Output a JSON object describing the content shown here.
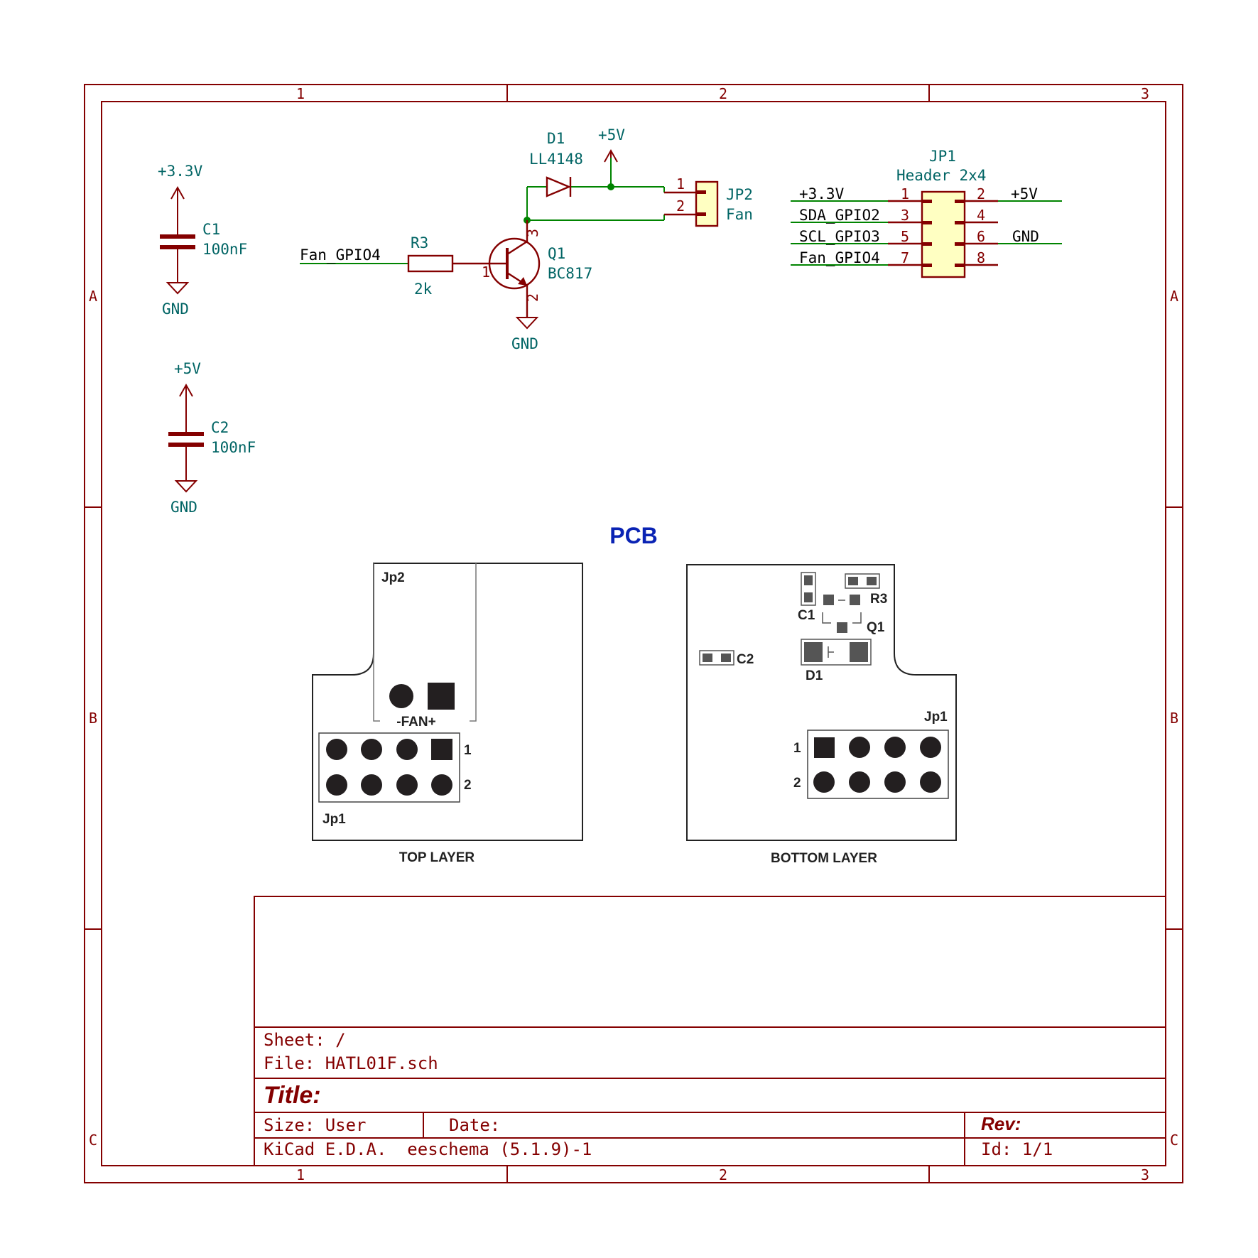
{
  "border": {
    "columns": [
      "1",
      "2",
      "3"
    ],
    "rows": [
      "A",
      "B",
      "C"
    ]
  },
  "schematic": {
    "power": {
      "v33_c1": "+3.3V",
      "gnd_c1": "GND",
      "v5_c2": "+5V",
      "gnd_c2": "GND",
      "v5_d1": "+5V",
      "gnd_q1": "GND"
    },
    "c1": {
      "ref": "C1",
      "value": "100nF"
    },
    "c2": {
      "ref": "C2",
      "value": "100nF"
    },
    "r3": {
      "ref": "R3",
      "value": "2k"
    },
    "d1": {
      "ref": "D1",
      "value": "LL4148"
    },
    "q1": {
      "ref": "Q1",
      "value": "BC817",
      "pin_b": "1",
      "pin_c": "3",
      "pin_e": "2"
    },
    "jp2": {
      "ref": "JP2",
      "value": "Fan",
      "pin1": "1",
      "pin2": "2"
    },
    "jp1": {
      "ref": "JP1",
      "value": "Header 2x4",
      "left_nets": [
        "+3.3V",
        "SDA_GPIO2",
        "SCL_GPIO3",
        "Fan_GPIO4"
      ],
      "left_pins": [
        "1",
        "3",
        "5",
        "7"
      ],
      "right_pins": [
        "2",
        "4",
        "6",
        "8"
      ],
      "right_nets": [
        "+5V",
        "",
        "GND",
        ""
      ]
    },
    "fan_label": "Fan_GPIO4"
  },
  "pcb": {
    "heading": "PCB",
    "top": {
      "caption": "TOP LAYER",
      "jp2": "Jp2",
      "fan": "-FAN+",
      "jp1": "Jp1",
      "row1": "1",
      "row2": "2"
    },
    "bottom": {
      "caption": "BOTTOM LAYER",
      "jp1": "Jp1",
      "r3": "R3",
      "c1": "C1",
      "q1": "Q1",
      "c2": "C2",
      "d1": "D1",
      "row1": "1",
      "row2": "2"
    }
  },
  "title_block": {
    "sheet": "Sheet: /",
    "file": "File: HATL01F.sch",
    "title": "Title:",
    "size": "Size: User",
    "date": "Date:",
    "rev": "Rev:",
    "tool": "KiCad E.D.A.  eeschema (5.1.9)-1",
    "id": "Id: 1/1"
  }
}
